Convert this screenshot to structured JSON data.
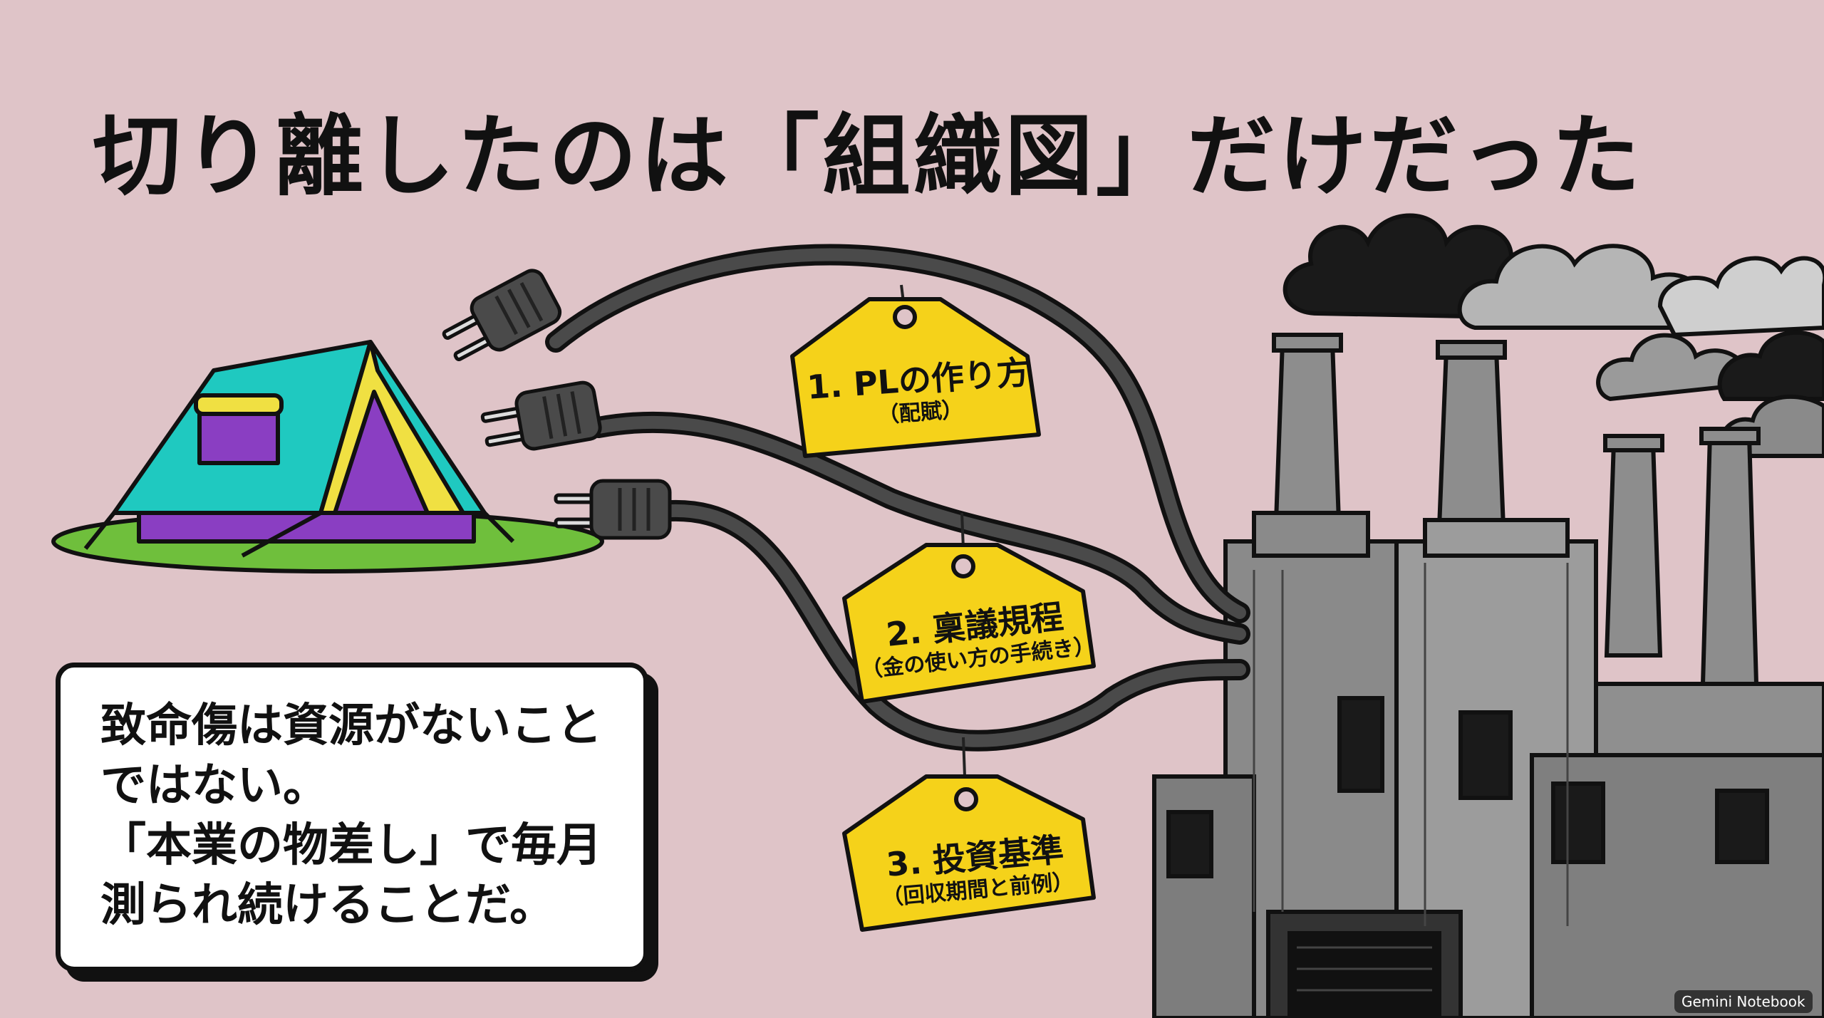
{
  "title": "切り離したのは「組織図」だけだった",
  "tags": [
    {
      "main": "1. PLの作り方",
      "sub": "（配賦）"
    },
    {
      "main": "2. 稟議規程",
      "sub": "（金の使い方の手続き）"
    },
    {
      "main": "3. 投資基準",
      "sub": "（回収期間と前例）"
    }
  ],
  "note": {
    "lines": [
      "致命傷は資源がないこと",
      "ではない。",
      "「本業の物差し」で毎月",
      "測られ続けることだ。"
    ]
  },
  "watermark": "Gemini Notebook",
  "icons": {
    "tent": "tent-icon",
    "factory": "factory-icon",
    "plugs": "plug-icon",
    "smoke": "smoke-icon"
  },
  "colors": {
    "background": "#dfc4c8",
    "tag": "#f5d21a",
    "tent_teal": "#1fc9c0",
    "tent_purple": "#8a3ec2",
    "tent_yellow": "#f0e042",
    "grass": "#6fbf3c",
    "cable": "#3a3a3a",
    "factory": "#8d8d8d"
  }
}
